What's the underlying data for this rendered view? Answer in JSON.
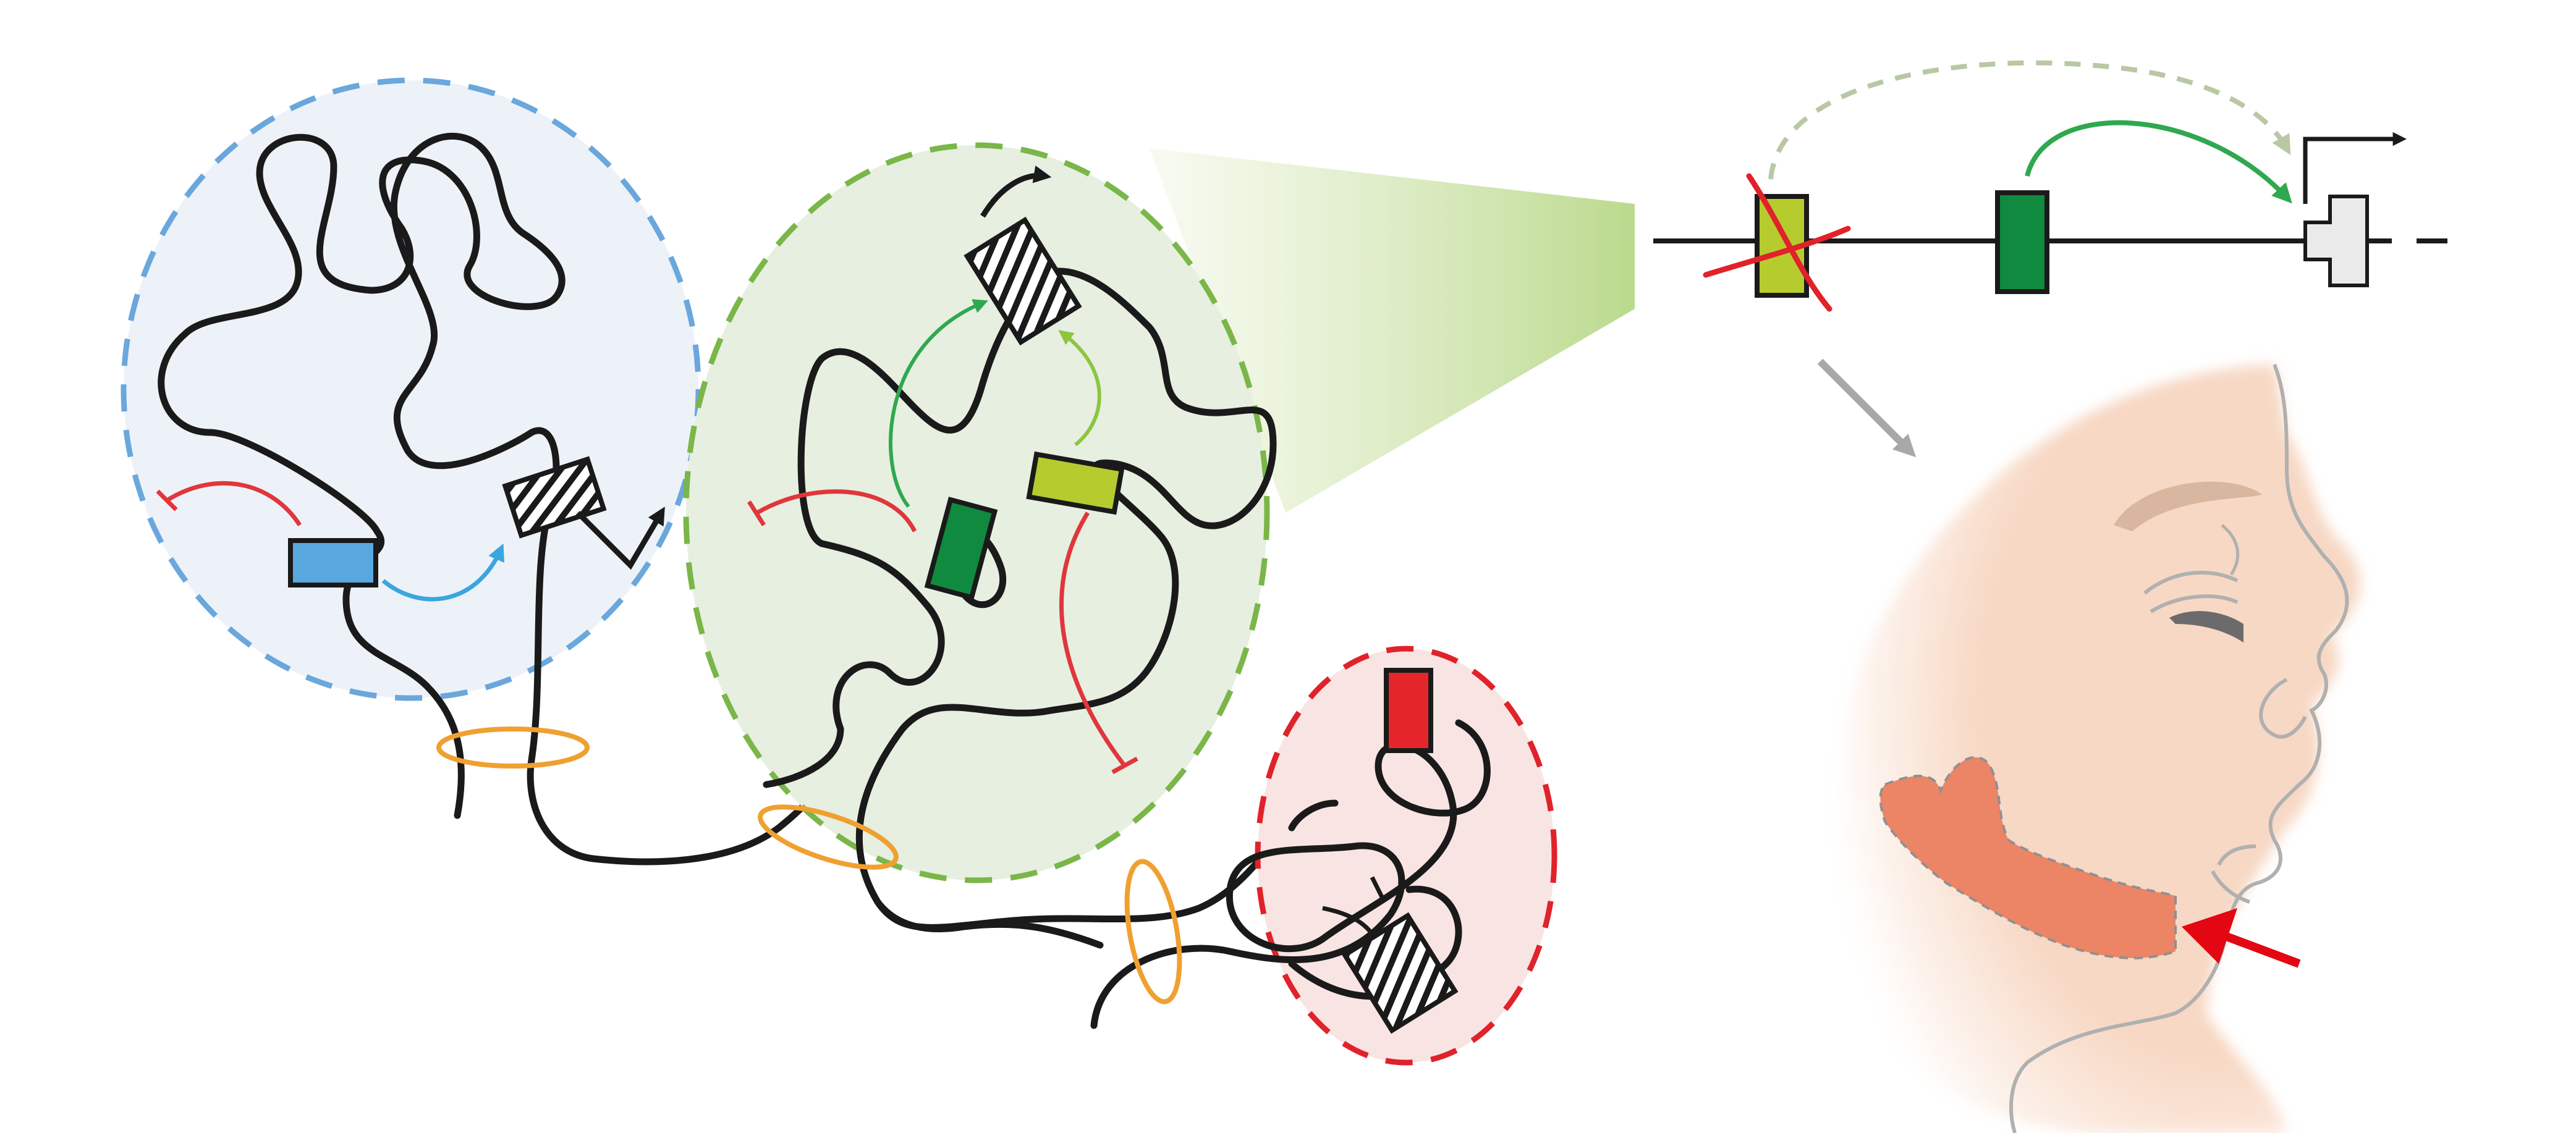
{
  "figure": {
    "panels": [
      {
        "id": "domain-blue",
        "role": "chromatin domain",
        "color": "#6aa7dc"
      },
      {
        "id": "domain-green",
        "role": "chromatin domain",
        "color": "#7ab648"
      },
      {
        "id": "domain-red",
        "role": "chromatin domain",
        "color": "#e0222a"
      },
      {
        "id": "linear-locus",
        "role": "linear gene locus"
      },
      {
        "id": "face-phenotype",
        "role": "affected tissue"
      }
    ],
    "colors": {
      "chromatin": "#1a1a1a",
      "blue_enhancer": "#5aa8e0",
      "dark_green_enhancer": "#0f8a3e",
      "light_green_enhancer": "#b6cc2e",
      "red_element": "#e4262b",
      "activation_blue": "#3aa6e0",
      "activation_green": "#2fa84f",
      "activation_lightgreen": "#8cc63f",
      "repression": "#e0363c",
      "insulator_ring": "#f0a030",
      "face_skin": "#f7d8c4",
      "affected_region": "#ec8466",
      "pointer_arrow": "#e30613",
      "grey_arrow": "#a8a8a8"
    },
    "icons": [
      "enhancer-box",
      "promoter-hatched",
      "tss-arrow",
      "repression-bar",
      "insulator-ring",
      "deletion-cross",
      "face-profile"
    ]
  }
}
